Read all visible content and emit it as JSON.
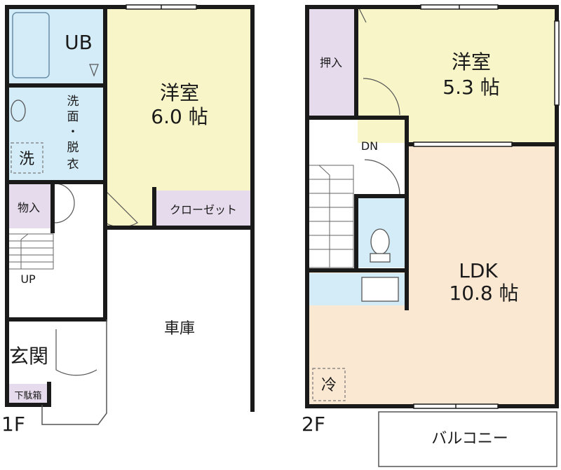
{
  "floors": {
    "first": {
      "label": "1F",
      "rooms": {
        "ub": "UB",
        "washroom_line1": "洗",
        "washroom_line2": "面",
        "washroom_dot": "・",
        "washroom_line3": "脱",
        "washroom_line4": "衣",
        "washer": "洗",
        "western_name": "洋室",
        "western_size": "6.0 帖",
        "storage": "物入",
        "closet": "クローゼット",
        "stair_up": "UP",
        "garage": "車庫",
        "entrance": "玄関",
        "shoe_box": "下駄箱"
      }
    },
    "second": {
      "label": "2F",
      "rooms": {
        "closet": "押入",
        "western_name": "洋室",
        "western_size": "5.3 帖",
        "stair_down": "DN",
        "ldk_name": "LDK",
        "ldk_size": "10.8 帖",
        "fridge": "冷",
        "balcony": "バルコニー"
      }
    }
  },
  "colors": {
    "wall": "#1a1a1a",
    "wet_area": "#d4ecf8",
    "western_room": "#f8f6c8",
    "storage": "#e6dbec",
    "ldk": "#fbe8d2",
    "floor": "#ffffff"
  }
}
